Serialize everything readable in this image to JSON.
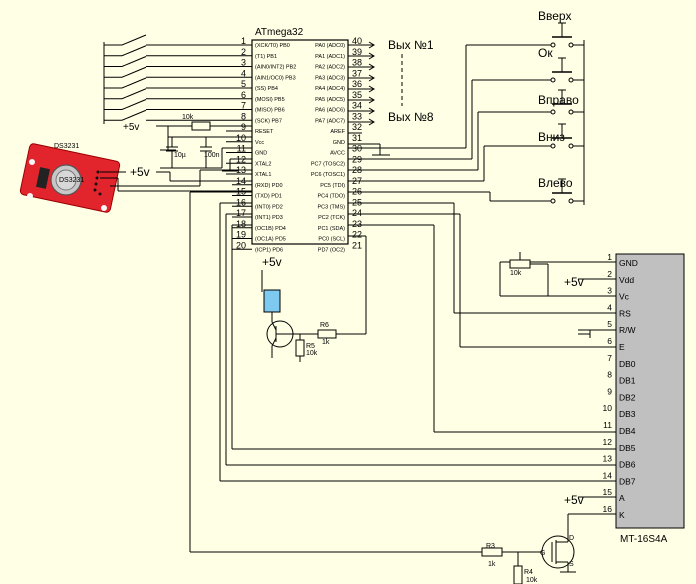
{
  "mcu": {
    "name": "ATmega32",
    "left_pins": [
      {
        "n": "1",
        "f": "(XCK/T0) PB0"
      },
      {
        "n": "2",
        "f": "(T1) PB1"
      },
      {
        "n": "3",
        "f": "(AIN0/INT2) PB2"
      },
      {
        "n": "4",
        "f": "(AIN1/OC0) PB3"
      },
      {
        "n": "5",
        "f": "(SS) PB4"
      },
      {
        "n": "6",
        "f": "(MOSI) PB5"
      },
      {
        "n": "7",
        "f": "(MISO) PB6"
      },
      {
        "n": "8",
        "f": "(SCK) PB7"
      },
      {
        "n": "9",
        "f": "RESET"
      },
      {
        "n": "10",
        "f": "Vcc"
      },
      {
        "n": "11",
        "f": "GND"
      },
      {
        "n": "12",
        "f": "XTAL2"
      },
      {
        "n": "13",
        "f": "XTAL1"
      },
      {
        "n": "14",
        "f": "(RXD) PD0"
      },
      {
        "n": "15",
        "f": "(TXD) PD1"
      },
      {
        "n": "16",
        "f": "(INT0) PD2"
      },
      {
        "n": "17",
        "f": "(INT1) PD3"
      },
      {
        "n": "18",
        "f": "(OC1B) PD4"
      },
      {
        "n": "19",
        "f": "(OC1A) PD5"
      },
      {
        "n": "20",
        "f": "(ICP1) PD6"
      }
    ],
    "right_pins": [
      {
        "n": "40",
        "f": "PA0 (ADC0)"
      },
      {
        "n": "39",
        "f": "PA1 (ADC1)"
      },
      {
        "n": "38",
        "f": "PA2 (ADC2)"
      },
      {
        "n": "37",
        "f": "PA3 (ADC3)"
      },
      {
        "n": "36",
        "f": "PA4 (ADC4)"
      },
      {
        "n": "35",
        "f": "PA5 (ADC5)"
      },
      {
        "n": "34",
        "f": "PA6 (ADC6)"
      },
      {
        "n": "33",
        "f": "PA7 (ADC7)"
      },
      {
        "n": "32",
        "f": "AREF"
      },
      {
        "n": "31",
        "f": "GND"
      },
      {
        "n": "30",
        "f": "AVCC"
      },
      {
        "n": "29",
        "f": "PC7 (TOSC2)"
      },
      {
        "n": "28",
        "f": "PC6 (TOSC1)"
      },
      {
        "n": "27",
        "f": "PC5 (TDI)"
      },
      {
        "n": "26",
        "f": "PC4 (TDO)"
      },
      {
        "n": "25",
        "f": "PC3 (TMS)"
      },
      {
        "n": "24",
        "f": "PC2 (TCK)"
      },
      {
        "n": "23",
        "f": "PC1 (SDA)"
      },
      {
        "n": "22",
        "f": "PC0 (SCL)"
      },
      {
        "n": "21",
        "f": "PD7 (OC2)"
      }
    ]
  },
  "outputs": {
    "first": "Вых №1",
    "last": "Вых №8"
  },
  "buttons": [
    "Вверх",
    "Ок",
    "Вправо",
    "Вниз",
    "Влево"
  ],
  "rtc": {
    "name": "DS3231",
    "chip": "DS3231"
  },
  "power": {
    "label": "+5v"
  },
  "parts": {
    "r_reset": "10k",
    "c1": "10µ",
    "c2": "100n",
    "r6": "R6",
    "r6_val": "1k",
    "r5": "R5",
    "r5_val": "10k",
    "r3": "R3",
    "r3_val": "1k",
    "r4": "R4",
    "r4_val": "10k",
    "pot": "10k",
    "mosfet_g": "G",
    "mosfet_d": "D",
    "mosfet_s": "S"
  },
  "lcd": {
    "model": "MT-16S4A",
    "pins": [
      {
        "n": "1",
        "f": "GND"
      },
      {
        "n": "2",
        "f": "Vdd"
      },
      {
        "n": "3",
        "f": "Vc"
      },
      {
        "n": "4",
        "f": "RS"
      },
      {
        "n": "5",
        "f": "R/W"
      },
      {
        "n": "6",
        "f": "E"
      },
      {
        "n": "7",
        "f": "DB0"
      },
      {
        "n": "8",
        "f": "DB1"
      },
      {
        "n": "9",
        "f": "DB2"
      },
      {
        "n": "10",
        "f": "DB3"
      },
      {
        "n": "11",
        "f": "DB4"
      },
      {
        "n": "12",
        "f": "DB5"
      },
      {
        "n": "13",
        "f": "DB6"
      },
      {
        "n": "14",
        "f": "DB7"
      },
      {
        "n": "15",
        "f": "A"
      },
      {
        "n": "16",
        "f": "K"
      }
    ]
  }
}
